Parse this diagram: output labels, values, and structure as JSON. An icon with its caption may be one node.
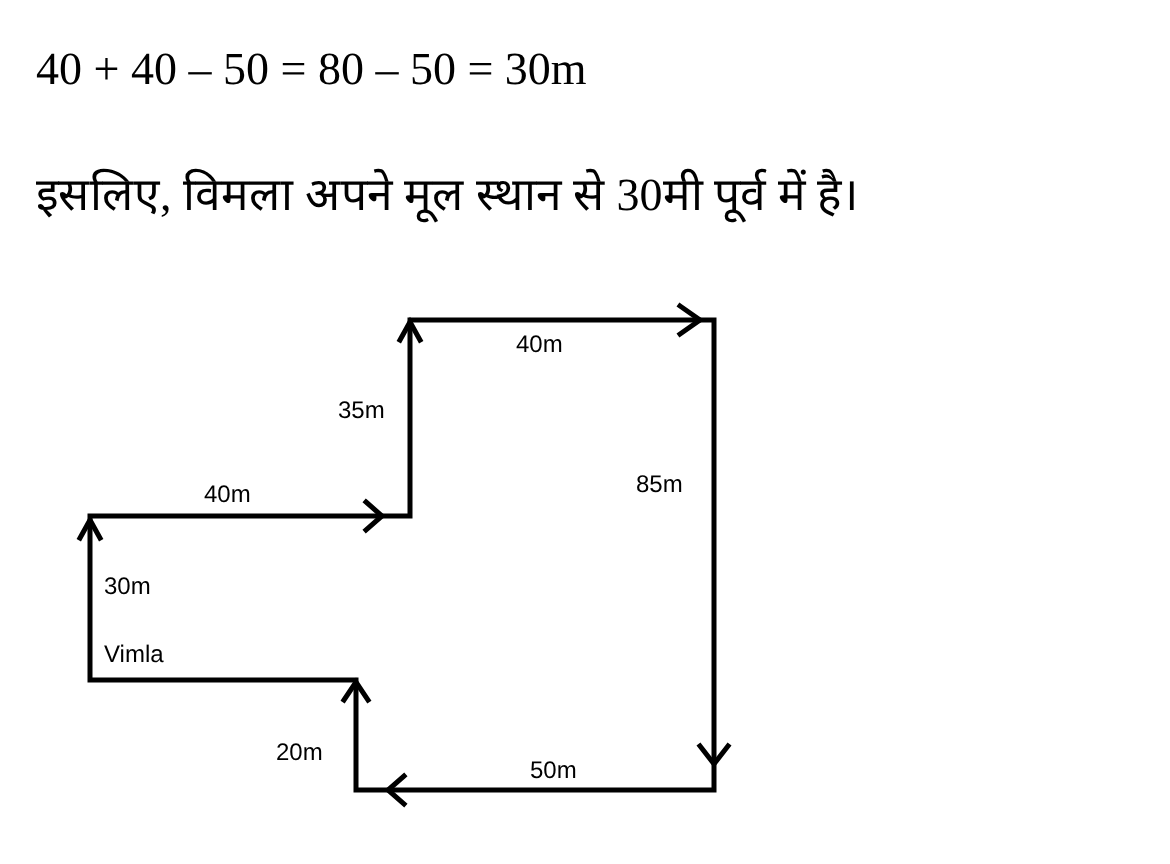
{
  "diagram": {
    "labels": [
      "40 + 40 – 50 = 80 – 50 = 30m",
      "इसलिए, विमला अपने मूल स्थान से 30मी पूर्व में है।",
      "Vimla",
      "30m",
      "40m",
      "35m",
      "40m",
      "85m",
      "20m",
      "50m"
    ]
  }
}
